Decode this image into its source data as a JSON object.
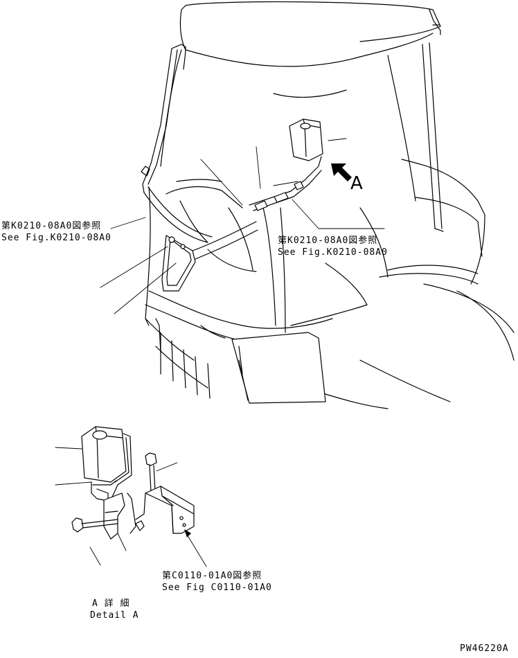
{
  "callouts": {
    "left_ref_jp": "第K0210-08A0図参照",
    "left_ref_en": "See Fig.K0210-08A0",
    "right_ref_jp": "第K0210-08A0図参照",
    "right_ref_en": "See Fig.K0210-08A0",
    "bracket_ref_jp": "第C0110-01A0図参照",
    "bracket_ref_en": "See Fig C0110-01A0"
  },
  "view_marker": "A",
  "detail_caption_jp": "A 詳 細",
  "detail_caption_en": "Detail A",
  "drawing_number": "PW46220A"
}
